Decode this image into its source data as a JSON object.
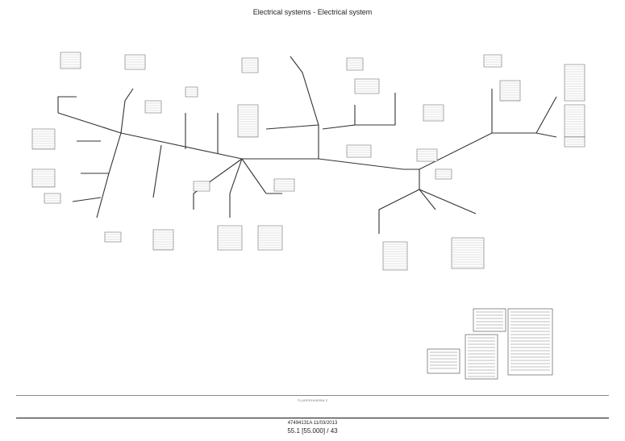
{
  "header": {
    "title": "Electrical systems - Electrical system"
  },
  "figure": {
    "code": "TLU0FE1KNS9A  2"
  },
  "footer": {
    "doc_id": "47494131A 11/03/2013",
    "page": "55.1 [55.000] / 43"
  },
  "colors": {
    "line": "#333333",
    "rule": "#555555"
  }
}
